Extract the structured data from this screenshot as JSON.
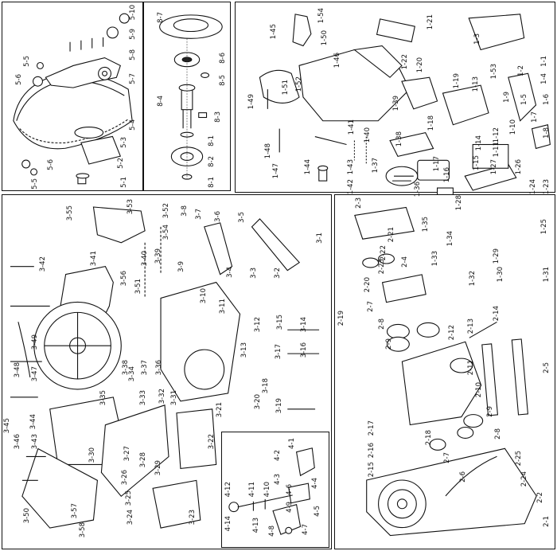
{
  "panels": {
    "p5": {
      "labels": [
        "5-10",
        "5-9",
        "5-8",
        "5-7",
        "5-5",
        "5-6",
        "5-4",
        "5-3",
        "5-2",
        "5-1",
        "5-6",
        "5-5"
      ]
    },
    "p8": {
      "labels": [
        "8-7",
        "8-6",
        "8-5",
        "8-4",
        "8-3",
        "8-1",
        "8-2",
        "8-1"
      ]
    },
    "p1": {
      "labels": [
        "1-45",
        "1-50",
        "1-46",
        "1-52",
        "1-51",
        "1-49",
        "1-48",
        "1-47",
        "1-44",
        "1-43",
        "1-42",
        "1-39",
        "1-40",
        "1-41",
        "1-38",
        "1-37",
        "1-36",
        "1-35",
        "1-34",
        "1-33",
        "1-32",
        "1-31",
        "1-30",
        "1-29",
        "1-28",
        "1-27",
        "1-26",
        "1-25",
        "1-24",
        "1-23",
        "1-22",
        "1-21",
        "1-20",
        "1-19",
        "1-18",
        "1-17",
        "1-16",
        "1-15",
        "1-14",
        "1-13",
        "1-12",
        "1-11",
        "1-10",
        "1-9",
        "1-8",
        "1-7",
        "1-6",
        "1-5",
        "1-4",
        "1-3",
        "1-2",
        "1-1",
        "1-53",
        "1-54"
      ]
    },
    "p3": {
      "labels": [
        "3-55",
        "3-53",
        "3-52",
        "3-54",
        "3-8",
        "3-7",
        "3-6",
        "3-5",
        "3-4",
        "3-3",
        "3-2",
        "3-1",
        "3-42",
        "3-41",
        "3-40",
        "3-39",
        "3-56",
        "3-51",
        "3-9",
        "3-10",
        "3-11",
        "3-12",
        "3-15",
        "3-14",
        "3-13",
        "3-16",
        "3-17",
        "3-18",
        "3-19",
        "3-20",
        "3-21",
        "3-22",
        "3-23",
        "3-24",
        "3-25",
        "3-26",
        "3-27",
        "3-28",
        "3-29",
        "3-30",
        "3-31",
        "3-32",
        "3-33",
        "3-34",
        "3-35",
        "3-36",
        "3-37",
        "3-38",
        "3-43",
        "3-44",
        "3-45",
        "3-46",
        "3-47",
        "3-48",
        "3-49",
        "3-50",
        "3-57",
        "3-58"
      ]
    },
    "p4": {
      "labels": [
        "4-1",
        "4-2",
        "4-3",
        "4-4",
        "4-5",
        "4-6",
        "4-7",
        "4-8",
        "4-9",
        "4-10",
        "4-11",
        "4-12",
        "4-13",
        "4-14"
      ]
    },
    "p2": {
      "labels": [
        "2-3",
        "2-21",
        "2-22",
        "2-20",
        "2-23",
        "2-4",
        "2-19",
        "2-8",
        "2-9",
        "2-7",
        "2-14",
        "2-13",
        "2-12",
        "2-11",
        "2-10",
        "2-9",
        "2-8",
        "2-5",
        "2-17",
        "2-16",
        "2-15",
        "2-18",
        "2-6",
        "2-7",
        "2-25",
        "2-24",
        "2-2",
        "2-1"
      ]
    }
  }
}
